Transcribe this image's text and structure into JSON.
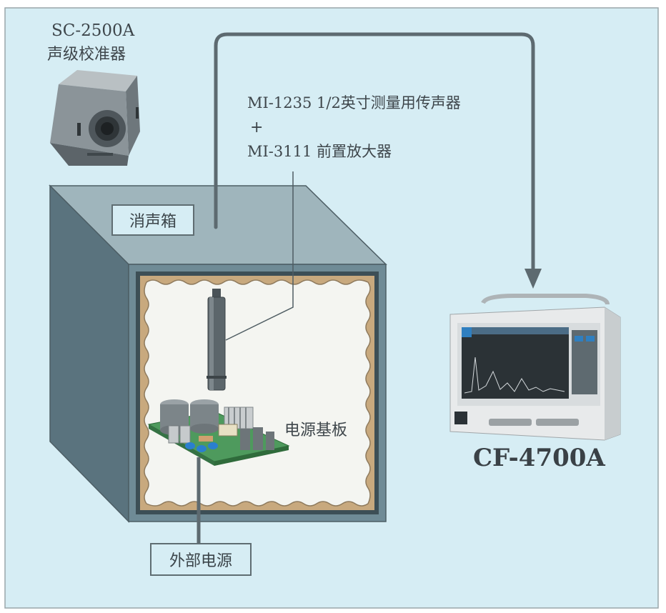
{
  "calibrator": {
    "model": "SC-2500A",
    "name": "声级校准器"
  },
  "microphone": {
    "line1": "MI-1235 1/2英寸测量用传声器",
    "plus": "+",
    "line2": "MI-3111 前置放大器"
  },
  "chamber_label": "消声箱",
  "board_label": "电源基板",
  "power_label": "外部电源",
  "analyzer_model": "CF-4700A",
  "colors": {
    "background": "#d6edf4",
    "box_front": "#6f8b96",
    "box_top": "#9fb5bc",
    "box_side": "#5a737e",
    "foam": "#c8a97e",
    "cable": "#5d6a70"
  }
}
